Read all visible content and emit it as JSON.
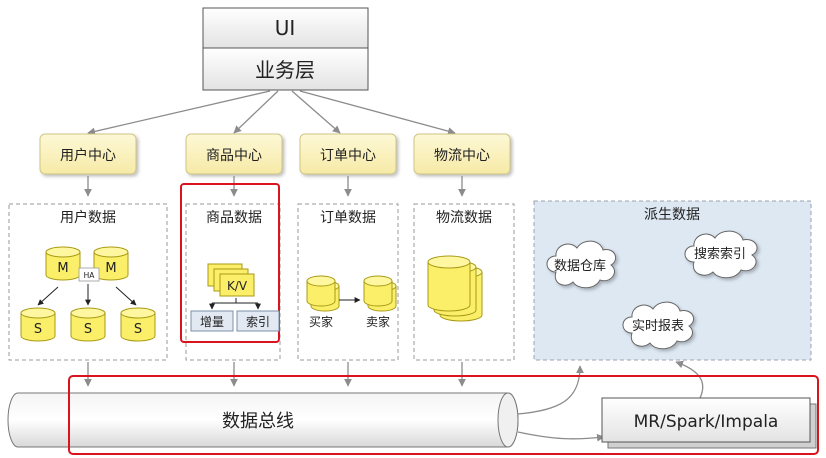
{
  "ui_box": {
    "top_label": "UI",
    "bottom_label": "业务层"
  },
  "services": [
    {
      "label": "用户中心"
    },
    {
      "label": "商品中心"
    },
    {
      "label": "订单中心"
    },
    {
      "label": "物流中心"
    }
  ],
  "data_groups": {
    "user": {
      "title": "用户数据",
      "master_label": "M",
      "slave_label": "S",
      "ha_label": "HA"
    },
    "product": {
      "title": "商品数据",
      "kv_label": "K/V",
      "incremental_label": "增量",
      "index_label": "索引"
    },
    "order": {
      "title": "订单数据",
      "buyer_label": "买家",
      "seller_label": "卖家"
    },
    "logistics": {
      "title": "物流数据"
    },
    "derived": {
      "title": "派生数据",
      "warehouse_label": "数据仓库",
      "search_index_label": "搜索索引",
      "realtime_report_label": "实时报表"
    }
  },
  "bus": {
    "label": "数据总线"
  },
  "compute": {
    "label": "MR/Spark/Impala"
  },
  "colors": {
    "service_fill": "#fbf4c0",
    "cylinder_fill": "#fbef6a",
    "cylinder_stroke": "#a89a14",
    "derived_fill": "#dde8f3",
    "highlight": "#d9141e"
  }
}
